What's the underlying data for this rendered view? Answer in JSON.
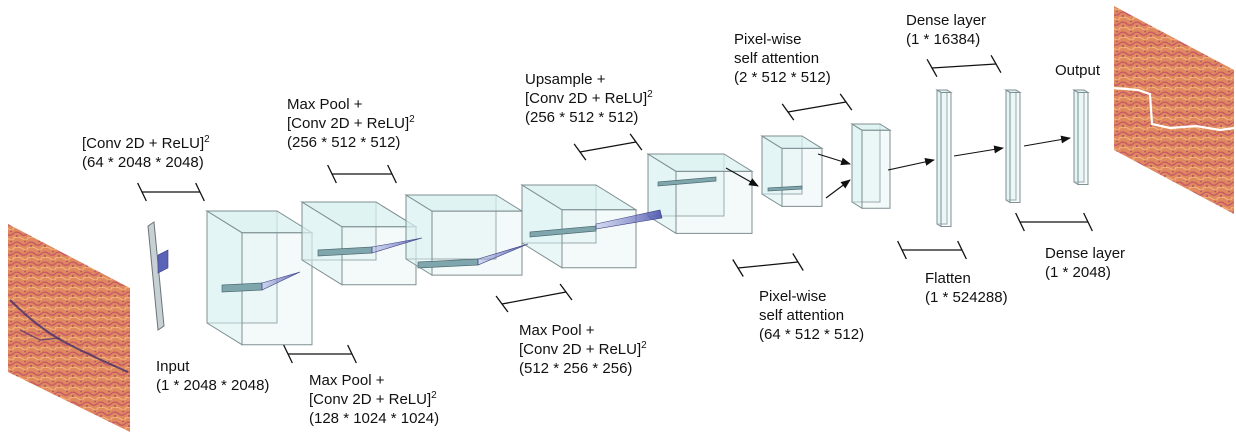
{
  "labels": {
    "conv1": {
      "line1": "[Conv 2D + ReLU]",
      "sup": "2",
      "dims": "(64 * 2048 * 2048)"
    },
    "input": {
      "title": "Input",
      "dims": "(1 * 2048 * 2048)"
    },
    "pool1": {
      "line1": "Max Pool +",
      "line2": "[Conv 2D + ReLU]",
      "sup": "2",
      "dims": "(128 * 1024 * 1024)"
    },
    "pool2": {
      "line1": "Max Pool +",
      "line2": "[Conv 2D + ReLU]",
      "sup": "2",
      "dims": "(256 * 512 * 512)"
    },
    "pool3": {
      "line1": "Max Pool +",
      "line2": "[Conv 2D + ReLU]",
      "sup": "2",
      "dims": "(512 * 256 * 256)"
    },
    "upsample": {
      "line1": "Upsample +",
      "line2": "[Conv 2D + ReLU]",
      "sup": "2",
      "dims": "(256 * 512 * 512)"
    },
    "attn_bottom": {
      "line1": "Pixel-wise",
      "line2": "self attention",
      "dims": "(64 * 512 * 512)"
    },
    "attn_top": {
      "line1": "Pixel-wise",
      "line2": "self attention",
      "dims": "(2 * 512 * 512)"
    },
    "flatten": {
      "title": "Flatten",
      "dims": "(1 * 524288)"
    },
    "dense1": {
      "title": "Dense layer",
      "dims": "(1 * 16384)"
    },
    "dense2": {
      "title": "Dense layer",
      "dims": "(1 * 2048)"
    },
    "output": {
      "title": "Output"
    }
  },
  "colors": {
    "box_fill": "#d9f0f0",
    "box_edge": "#8a9a9c",
    "kernel_fill": "#5b63b8",
    "kernel_fill_light": "#b9bde6",
    "rod_fill": "#7fa5ad",
    "arrow": "#111111",
    "spectrogram_base": "#e0885e",
    "spectrogram_dark": "#7a3a6e"
  }
}
